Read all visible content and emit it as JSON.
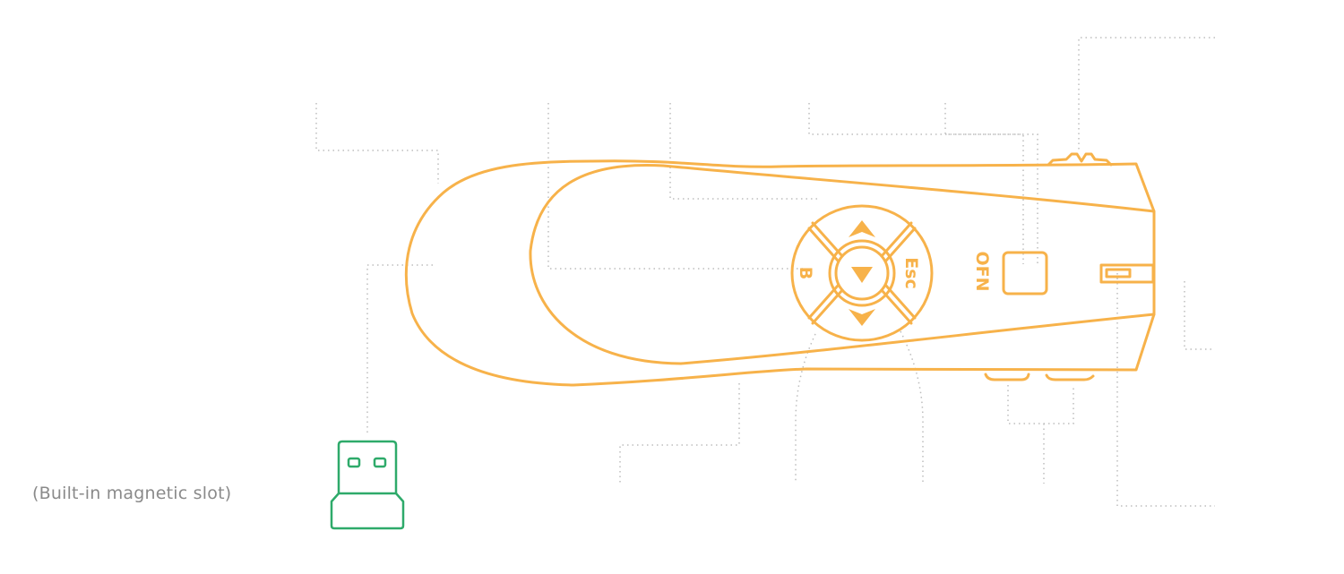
{
  "diagram": {
    "subject": "Presenter remote (top view) with USB receiver",
    "buttons": {
      "up": "up-arrow",
      "down": "down-arrow",
      "center": "play-triangle",
      "left_label": "B",
      "right_label": "Esc",
      "sensor_label": "OFN"
    },
    "receiver_caption": "(Built-in magnetic slot)",
    "colors": {
      "device_outline": "#f7b24a",
      "laser": "#e0304a",
      "receiver": "#2eaa6a",
      "callout_lines": "#bdbdbd",
      "caption_text": "#8a8a8a"
    }
  }
}
